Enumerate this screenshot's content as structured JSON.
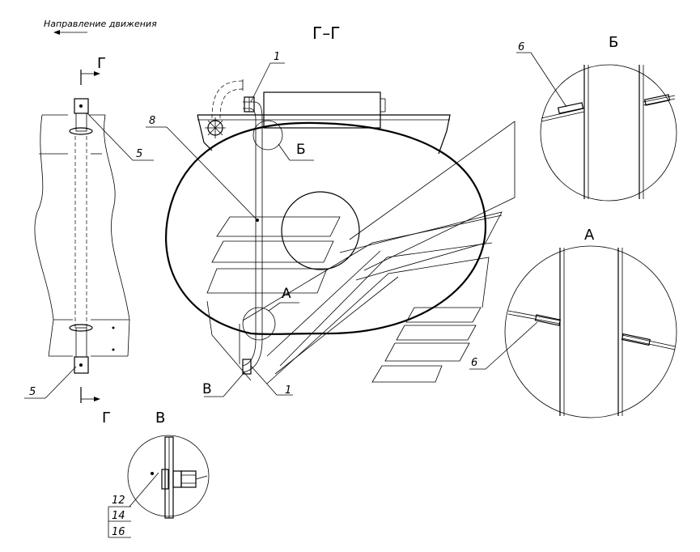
{
  "direction_note": "Направление движения",
  "section_mark": "Г",
  "section_title": "Г–Г",
  "details": {
    "b": "Б",
    "a": "А",
    "v": "В"
  },
  "positions": {
    "p1": "1",
    "p5": "5",
    "p6": "6",
    "p8": "8",
    "p12": "12",
    "p14": "14",
    "p16": "16"
  }
}
